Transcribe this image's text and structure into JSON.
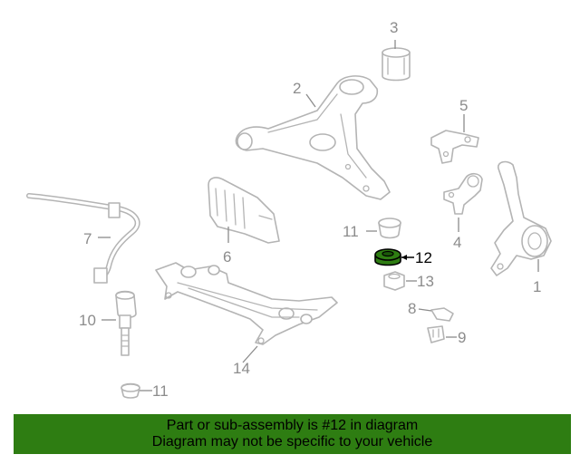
{
  "labels": {
    "l1": "1",
    "l2": "2",
    "l3": "3",
    "l4": "4",
    "l5": "5",
    "l6": "6",
    "l7": "7",
    "l8": "8",
    "l9": "9",
    "l10": "10",
    "l11a": "11",
    "l11b": "11",
    "l12": "12",
    "l13": "13",
    "l14": "14"
  },
  "highlight": {
    "part_number": "12",
    "color": "#2e7d12"
  },
  "banner": {
    "line1": "Part or sub-assembly is #12 in diagram",
    "line2": "Diagram may not be specific to your vehicle",
    "background": "#2e7d12"
  }
}
